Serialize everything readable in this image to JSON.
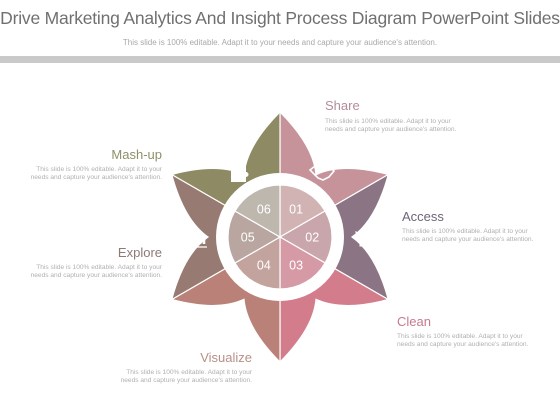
{
  "header": {
    "title": "Drive Marketing Analytics And Insight Process Diagram PowerPoint Slides",
    "subtitle": "This slide is 100% editable. Adapt it to your needs and capture your audience's attention."
  },
  "segments": [
    {
      "number": "01",
      "label": "Share",
      "desc": "This slide is 100% editable. Adapt it to your needs and capture your audience's attention.",
      "color": "#c6939b",
      "label_color": "#b58d98",
      "icon": "handshake-icon"
    },
    {
      "number": "02",
      "label": "Access",
      "desc": "This slide is 100% editable. Adapt it to your needs and capture your audience's attention.",
      "color": "#8b7484",
      "label_color": "#6f6478",
      "icon": "lightbulb-icon"
    },
    {
      "number": "03",
      "label": "Clean",
      "desc": "This slide is 100% editable. Adapt it to your needs and capture your audience's attention.",
      "color": "#d27c8c",
      "label_color": "#c57a8e",
      "icon": "megaphone-icon"
    },
    {
      "number": "04",
      "label": "Visualize",
      "desc": "This slide is 100% editable. Adapt it to your needs and capture your audience's attention.",
      "color": "#b98177",
      "label_color": "#b89088",
      "icon": "target-icon"
    },
    {
      "number": "05",
      "label": "Explore",
      "desc": "This slide is 100% editable. Adapt it to your needs and capture your audience's attention.",
      "color": "#977b73",
      "label_color": "#8d7a72",
      "icon": "bar-chart-icon"
    },
    {
      "number": "06",
      "label": "Mash-up",
      "desc": "This slide is 100% editable. Adapt it to your needs and capture your audience's attention.",
      "color": "#8e8a64",
      "label_color": "#8e9068",
      "icon": "puzzle-icon"
    }
  ]
}
